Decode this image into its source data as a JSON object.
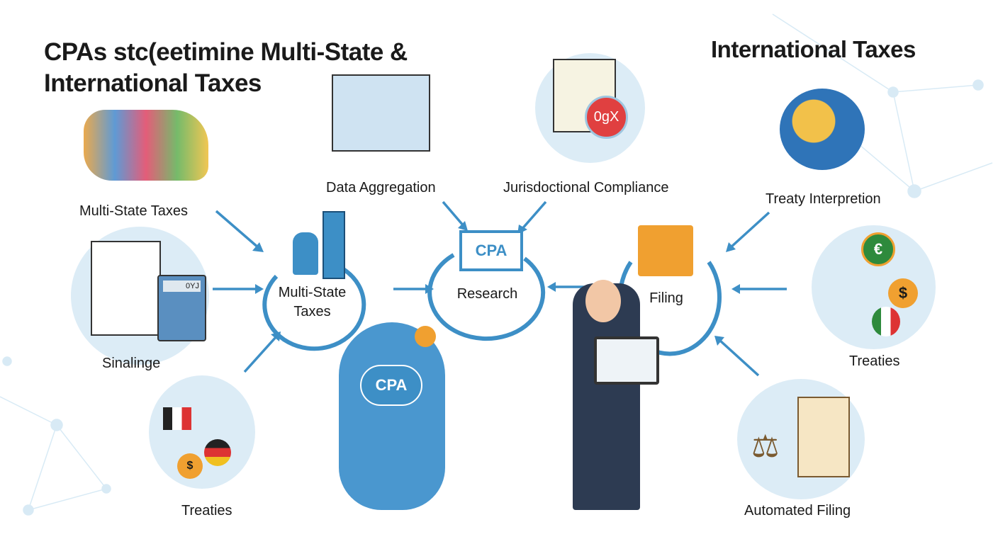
{
  "title": {
    "line1": "CPAs stc(eetimine Multi-State &",
    "line2": "International Taxes"
  },
  "right_heading": "International Taxes",
  "labels": {
    "multi_state_taxes": "Multi-State Taxes",
    "sinalinge": "Sinalinge",
    "treaties_left": "Treaties",
    "data_aggregation": "Data Aggregation",
    "jurisdictional_compliance": "Jurisdoctional Compliance",
    "treaty_interpretation": "Treaty Interpretion",
    "treaties_right": "Treaties",
    "automated_filing": "Automated Filing"
  },
  "hubs": {
    "multi_state": {
      "line1": "Multi-State",
      "line2": "Taxes"
    },
    "research": "Research",
    "filing": "Filing"
  },
  "badges": {
    "cpa_screen": "CPA",
    "cpa_person": "CPA",
    "compliance_seal": "0gX",
    "calculator_display": "0YJ"
  },
  "colors": {
    "accent": "#3d8fc6",
    "circle_bg": "#dcecf6",
    "orange": "#f0a030"
  }
}
